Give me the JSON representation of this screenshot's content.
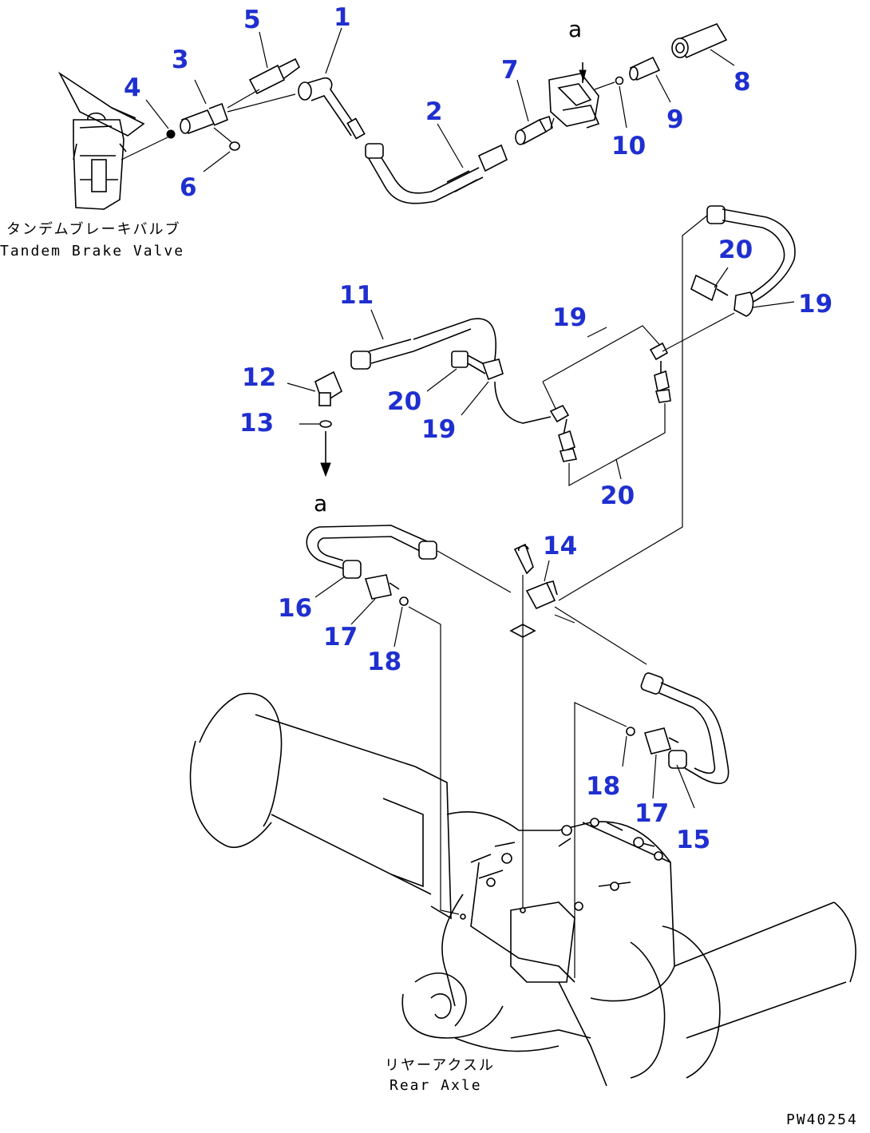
{
  "parts": [
    {
      "id": "part-1",
      "label": "1"
    },
    {
      "id": "part-2",
      "label": "2"
    },
    {
      "id": "part-3",
      "label": "3"
    },
    {
      "id": "part-4",
      "label": "4"
    },
    {
      "id": "part-5",
      "label": "5"
    },
    {
      "id": "part-6",
      "label": "6"
    },
    {
      "id": "part-7",
      "label": "7"
    },
    {
      "id": "part-8",
      "label": "8"
    },
    {
      "id": "part-9",
      "label": "9"
    },
    {
      "id": "part-10",
      "label": "10"
    },
    {
      "id": "part-11",
      "label": "11"
    },
    {
      "id": "part-12",
      "label": "12"
    },
    {
      "id": "part-13",
      "label": "13"
    },
    {
      "id": "part-14",
      "label": "14"
    },
    {
      "id": "part-15",
      "label": "15"
    },
    {
      "id": "part-16",
      "label": "16"
    },
    {
      "id": "part-17a",
      "label": "17"
    },
    {
      "id": "part-17b",
      "label": "17"
    },
    {
      "id": "part-18a",
      "label": "18"
    },
    {
      "id": "part-18b",
      "label": "18"
    },
    {
      "id": "part-19a",
      "label": "19"
    },
    {
      "id": "part-19b",
      "label": "19"
    },
    {
      "id": "part-19c",
      "label": "19"
    },
    {
      "id": "part-20a",
      "label": "20"
    },
    {
      "id": "part-20b",
      "label": "20"
    },
    {
      "id": "part-20c",
      "label": "20"
    }
  ],
  "markers": {
    "a_top": "a",
    "a_mid": "a"
  },
  "labels": {
    "tandem_jp": "タンデムブレーキバルブ",
    "tandem_en": "Tandem Brake Valve",
    "axle_jp": "リヤーアクスル",
    "axle_en": "Rear Axle",
    "drawing_no": "PW40254"
  },
  "colors": {
    "callout": "#1f2fd0",
    "line": "#000000"
  }
}
